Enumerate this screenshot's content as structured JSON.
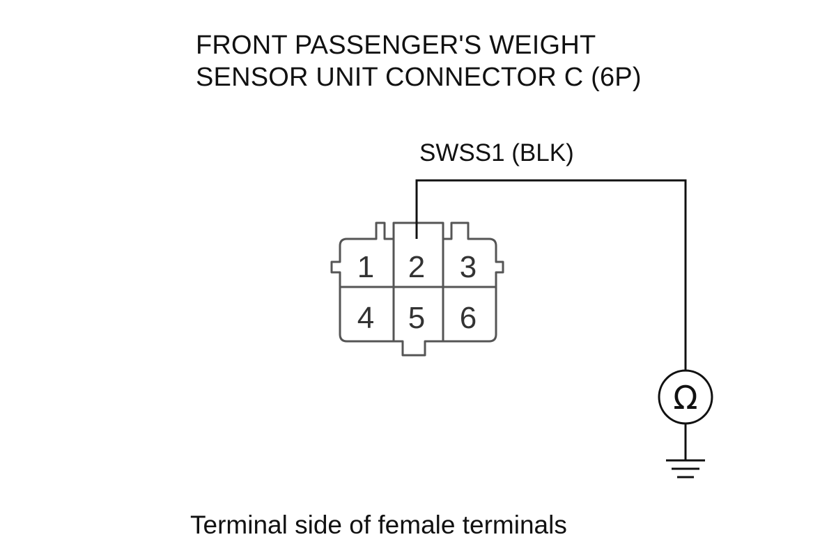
{
  "title": {
    "line1": "FRONT PASSENGER'S WEIGHT",
    "line2": "SENSOR UNIT CONNECTOR C (6P)"
  },
  "wire_label": "SWSS1 (BLK)",
  "caption": "Terminal side of female terminals",
  "connector": {
    "pins": [
      "1",
      "2",
      "3",
      "4",
      "5",
      "6"
    ]
  },
  "meter": {
    "symbol": "Ω",
    "icon": "ohmmeter-icon"
  },
  "ground": {
    "icon": "ground-icon"
  }
}
